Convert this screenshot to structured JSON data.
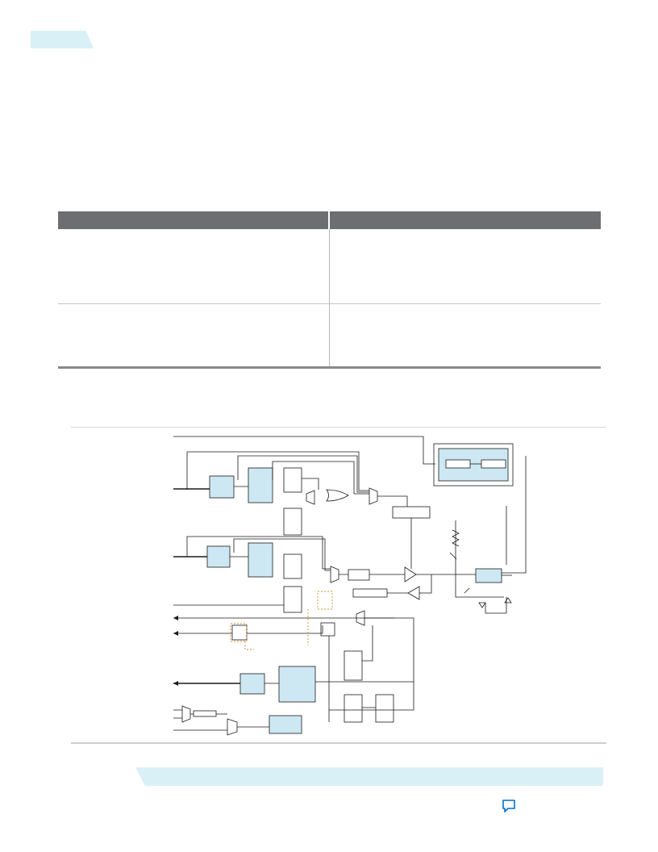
{
  "theme": {
    "accent_fill": "#cde8f3",
    "header_grey": "#6d6e71",
    "line_color": "#1a1a1a",
    "clock_highlight": "#d98a2b"
  },
  "header": {
    "tab_icon": "section-tab"
  },
  "table": {
    "columns": 2,
    "rows": 2
  },
  "figure": {
    "icon": "transceiver-block-diagram"
  },
  "footer": {
    "feedback_icon": "speech-bubble-icon"
  }
}
